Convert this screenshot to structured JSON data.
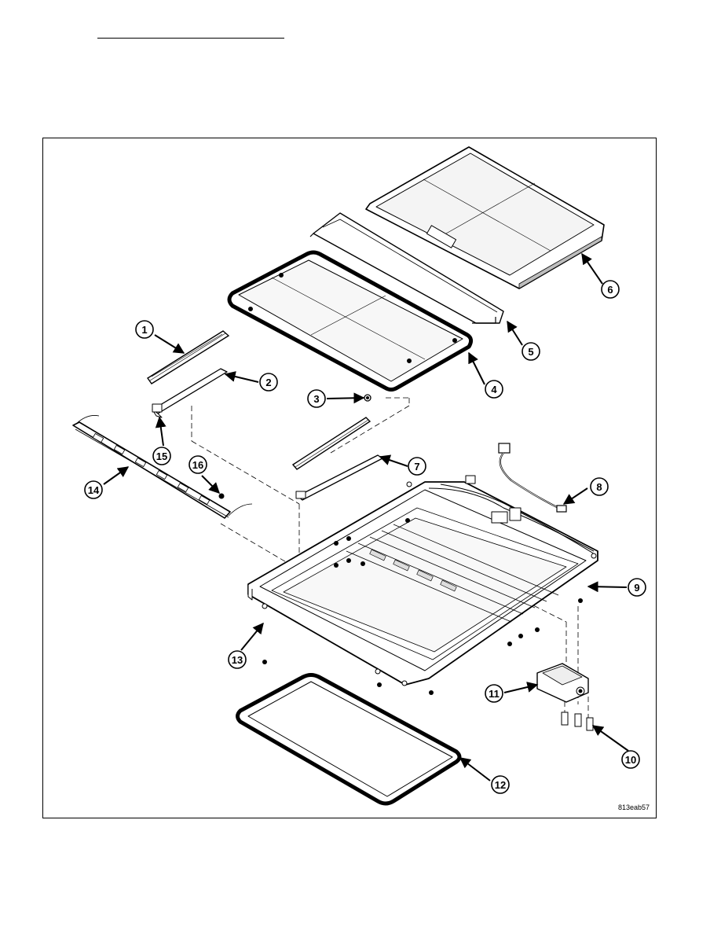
{
  "figure": {
    "code": "813eab57",
    "callouts": [
      "1",
      "2",
      "3",
      "4",
      "5",
      "6",
      "7",
      "8",
      "9",
      "10",
      "11",
      "12",
      "13",
      "14",
      "15",
      "16"
    ]
  }
}
